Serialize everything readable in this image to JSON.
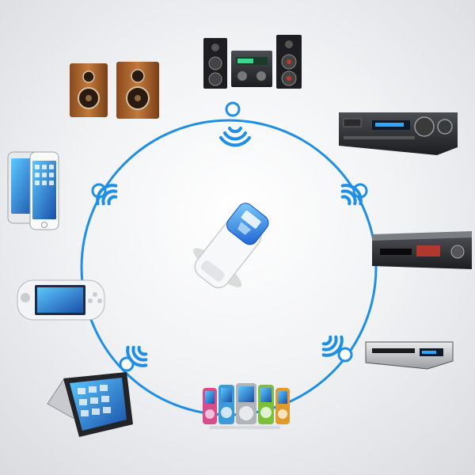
{
  "scene": {
    "accent_color": "#1f8fe6",
    "dongle": {
      "name": "bluetooth-usb-audio-receiver"
    },
    "devices": [
      "bookshelf-speakers",
      "hifi-stereo-system",
      "av-receiver",
      "smartphone",
      "cd-player",
      "handheld-game-console",
      "dvd-player",
      "convertible-laptop",
      "mp3-mp4-players"
    ],
    "icons": [
      "wireless-signal-icon"
    ]
  }
}
